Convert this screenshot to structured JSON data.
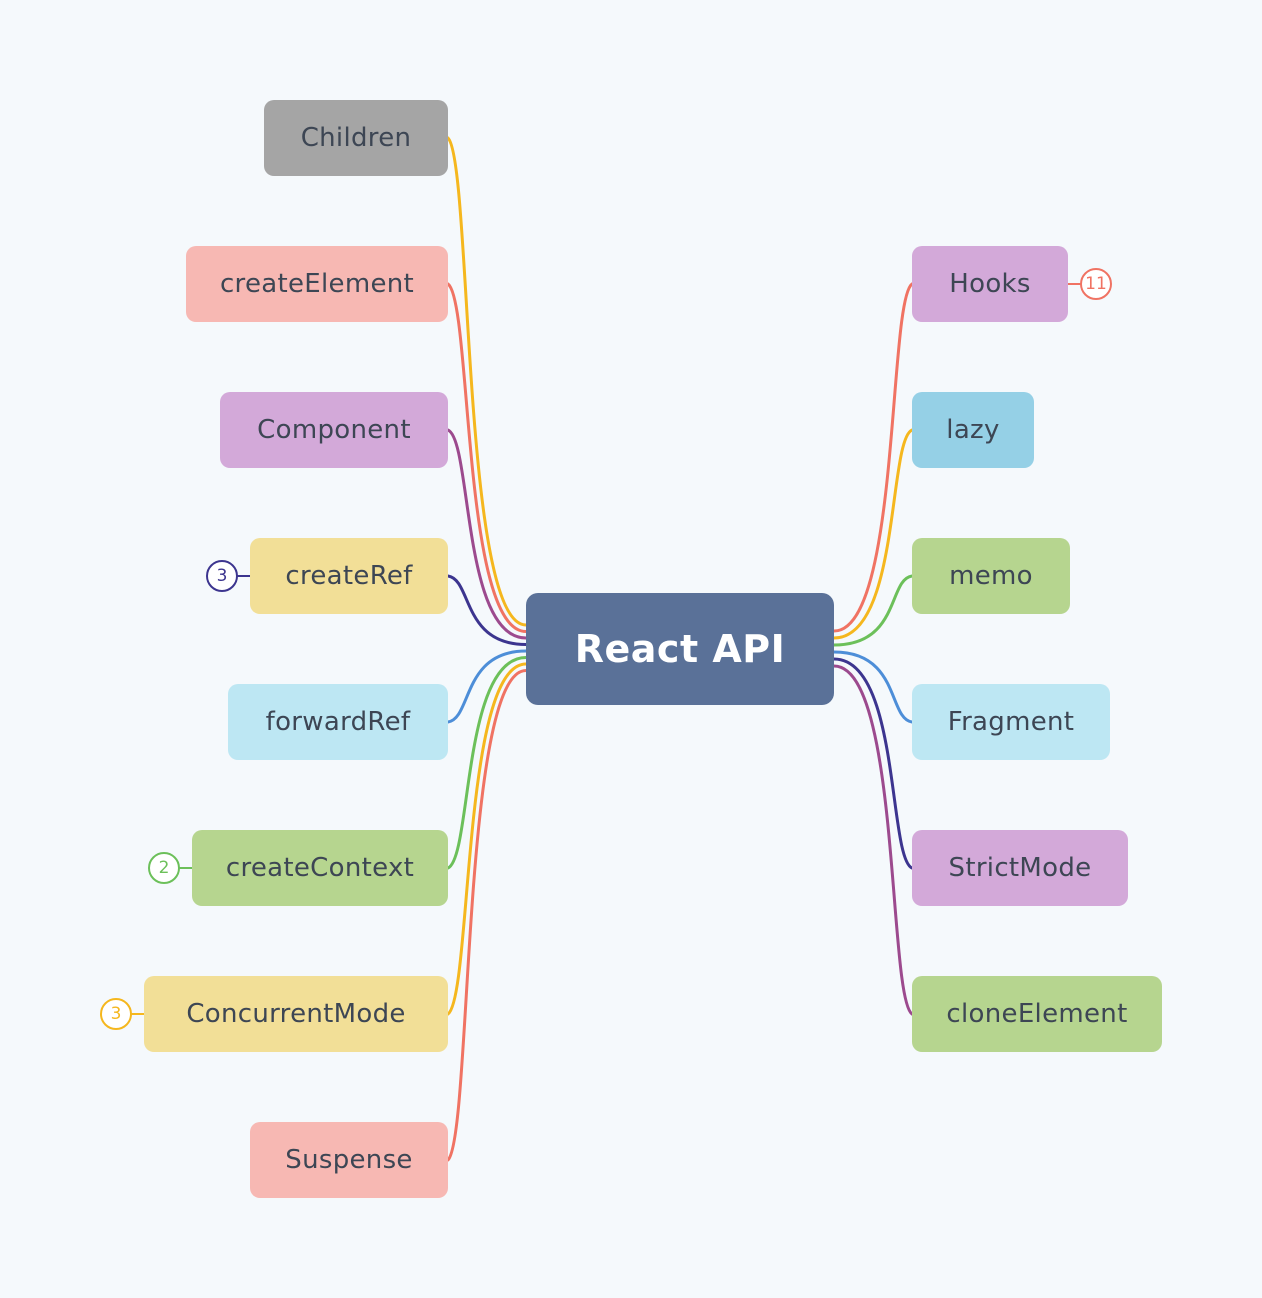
{
  "root": {
    "label": "React API",
    "color": "#5a7198"
  },
  "left": [
    {
      "label": "Children",
      "fill": "#a5a5a5",
      "line": "#f5b71e"
    },
    {
      "label": "createElement",
      "fill": "#f7b8b3",
      "line": "#f07363"
    },
    {
      "label": "Component",
      "fill": "#d3a9d9",
      "line": "#9c4a8e"
    },
    {
      "label": "createRef",
      "fill": "#f2df97",
      "line": "#3c358f",
      "badge": "3"
    },
    {
      "label": "forwardRef",
      "fill": "#bde7f3",
      "line": "#4d8ed8"
    },
    {
      "label": "createContext",
      "fill": "#b6d58f",
      "line": "#6cc05a",
      "badge": "2"
    },
    {
      "label": "ConcurrentMode",
      "fill": "#f2df97",
      "line": "#f5b71e",
      "badge": "3"
    },
    {
      "label": "Suspense",
      "fill": "#f7b8b3",
      "line": "#f07363"
    }
  ],
  "right": [
    {
      "label": "Hooks",
      "fill": "#d3a9d9",
      "line": "#f07363",
      "badge": "11"
    },
    {
      "label": "lazy",
      "fill": "#95d0e6",
      "line": "#f5b71e"
    },
    {
      "label": "memo",
      "fill": "#b6d58f",
      "line": "#6cc05a"
    },
    {
      "label": "Fragment",
      "fill": "#bde7f3",
      "line": "#4d8ed8"
    },
    {
      "label": "StrictMode",
      "fill": "#d3a9d9",
      "line": "#3c358f"
    },
    {
      "label": "cloneElement",
      "fill": "#b6d58f",
      "line": "#9c4a8e"
    }
  ]
}
